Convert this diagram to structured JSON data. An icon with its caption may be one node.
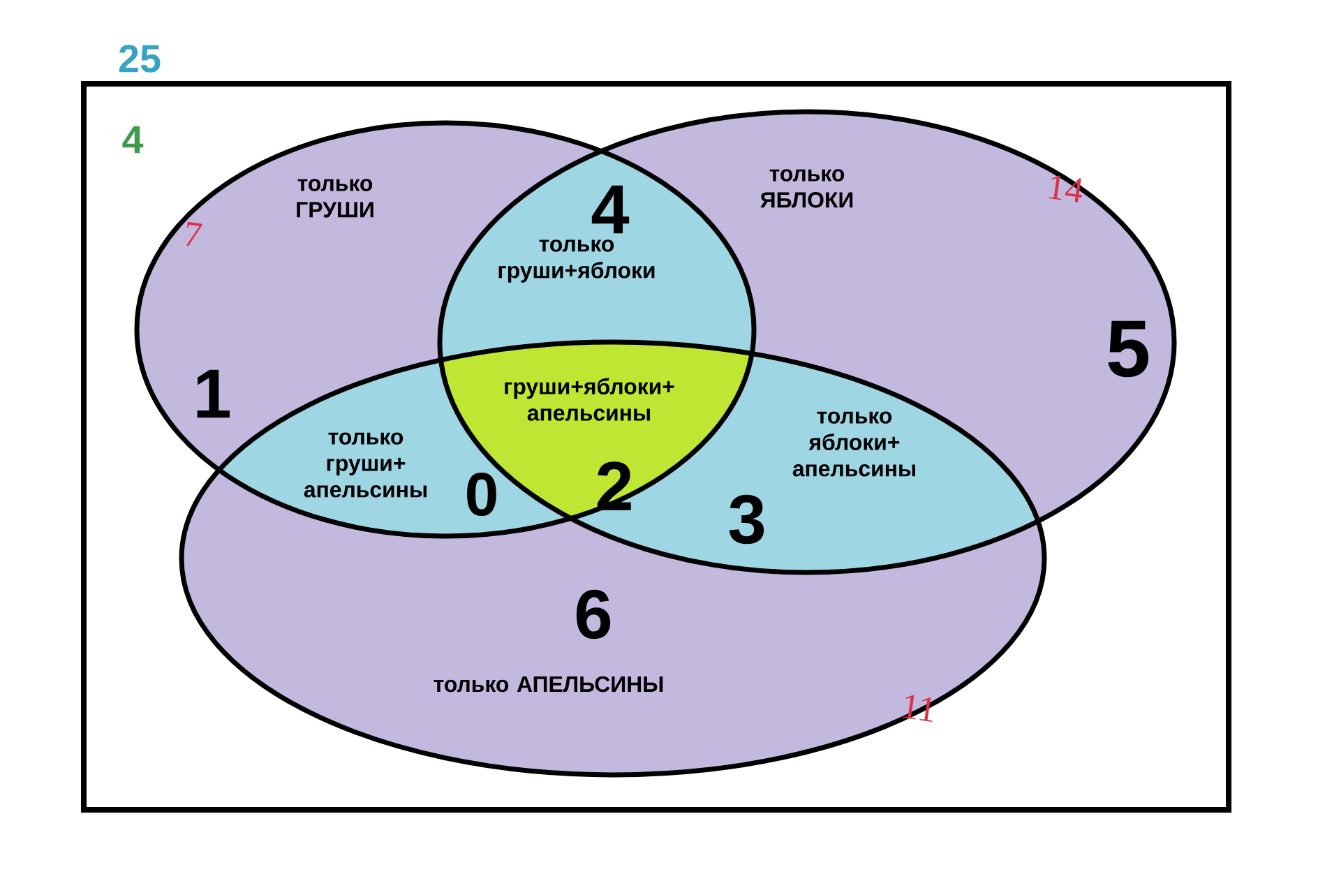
{
  "diagram": {
    "nodes": [
      {
        "text": [
          "4"
        ],
        "beside": [
          "25"
        ]
      },
      {
        "text": [
          "только ГРУШИ",
          "7",
          "1"
        ],
        "in": 0
      },
      {
        "text": [
          "только ЯБЛОКИ",
          "14",
          "5"
        ],
        "in": 0
      },
      {
        "text": [
          "6",
          "только АПЕЛЬСИНЫ",
          "11"
        ],
        "in": 0
      }
    ],
    "edges": [],
    "labels": [
      "только груши+яблоки",
      "4",
      "груши+яблоки+ апельсины",
      "2",
      "только груши+ апельсины",
      "0",
      "только яблоки+ апельсины",
      "3"
    ]
  }
}
